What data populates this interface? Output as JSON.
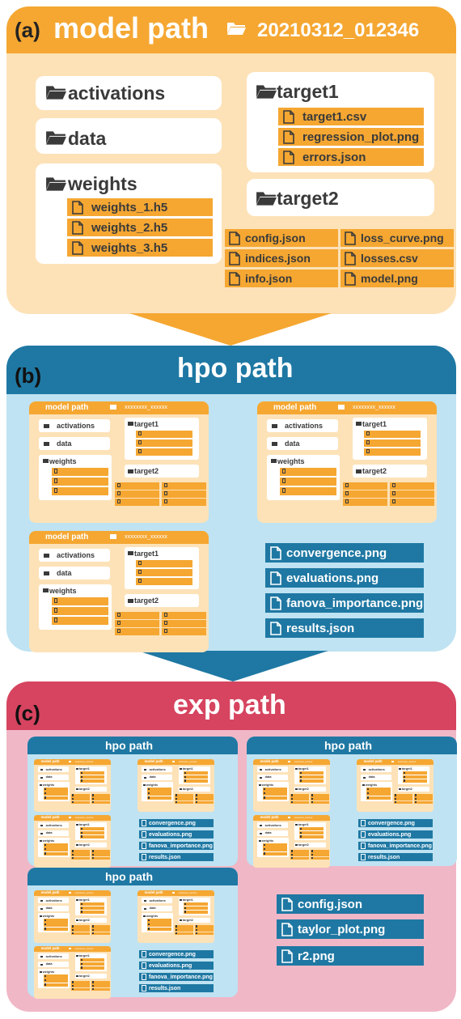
{
  "colors": {
    "orange": "#f5a732",
    "orange_light": "#fde2b8",
    "blue": "#1f78a3",
    "blue_light": "#bfe3f2",
    "red": "#d6445f",
    "pink": "#f0b7c7",
    "white": "#ffffff"
  },
  "model": {
    "label": "(a)",
    "title": "model path",
    "folder_name": "20210312_012346",
    "activations": "activations",
    "data": "data",
    "weights": "weights",
    "weights_files": [
      "weights_1.h5",
      "weights_2.h5",
      "weights_3.h5"
    ],
    "target1": "target1",
    "target1_files": [
      "target1.csv",
      "regression_plot.png",
      "errors.json"
    ],
    "target2": "target2",
    "files_left": [
      "config.json",
      "indices.json",
      "info.json"
    ],
    "files_right": [
      "loss_curve.png",
      "losses.csv",
      "model.png"
    ]
  },
  "hpo": {
    "label": "(b)",
    "title": "hpo path",
    "mini_model_title": "model path",
    "mini_model_folder": "xxxxxxxx_xxxxxx",
    "files": [
      "convergence.png",
      "evaluations.png",
      "fanova_importance.png",
      "results.json"
    ]
  },
  "exp": {
    "label": "(c)",
    "title": "exp path",
    "hpo_box_title": "hpo path",
    "files": [
      "config.json",
      "taylor_plot.png",
      "r2.png"
    ]
  }
}
